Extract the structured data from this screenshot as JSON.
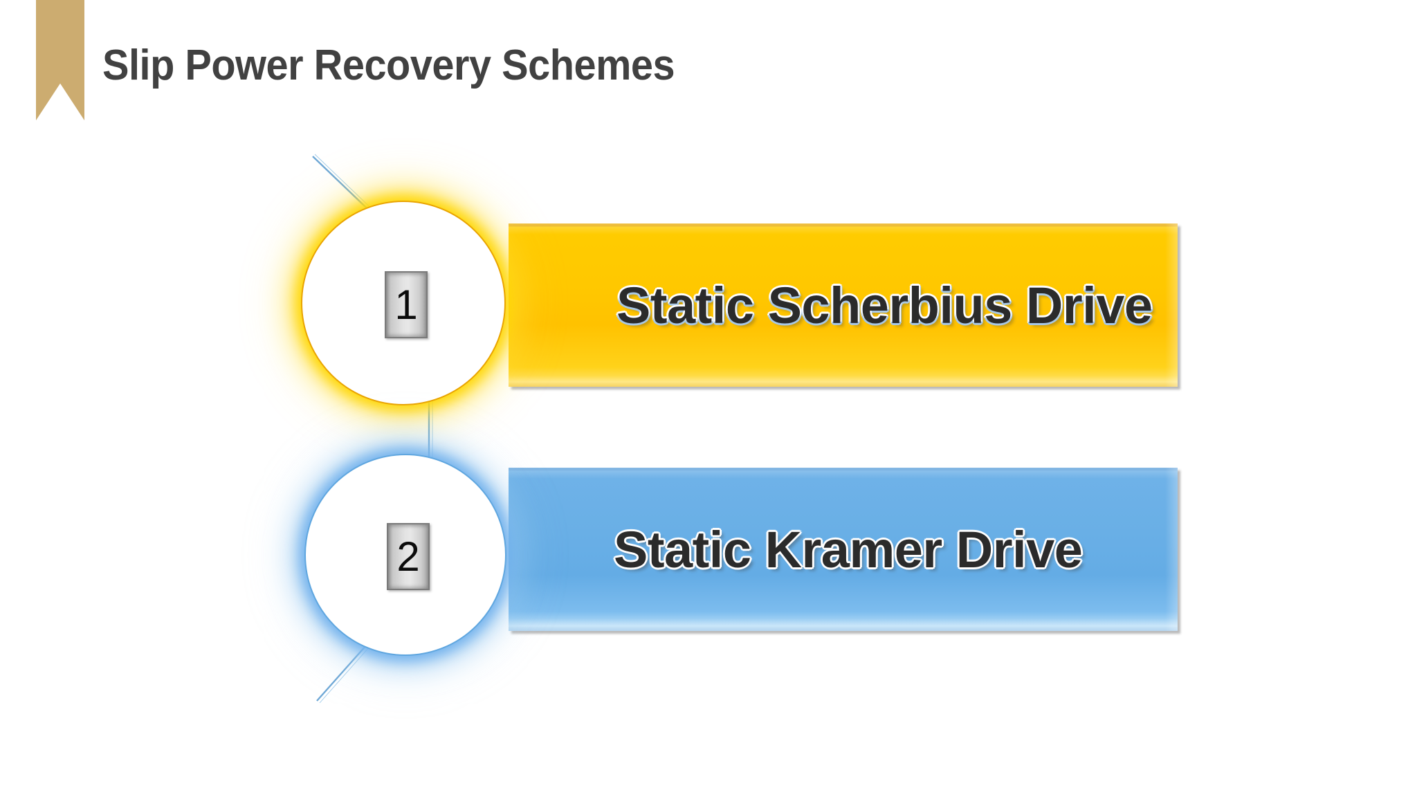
{
  "slide": {
    "title": "Slip Power Recovery Schemes",
    "background_color": "#FFFFFF",
    "accent_ribbon_color": "#CCAC70",
    "title_color": "#414141"
  },
  "items": [
    {
      "number": "1",
      "label": "Static Scherbius Drive",
      "bar_color": "#FFC800",
      "glow_color": "#FFD600",
      "outline_color": "#E9A300",
      "text_color": "#2B2B2B"
    },
    {
      "number": "2",
      "label": "Static Kramer Drive",
      "bar_color": "#68AFE6",
      "glow_color": "#6EAFEB",
      "outline_color": "#5FA6DF",
      "text_color": "#2B2B2B"
    }
  ]
}
